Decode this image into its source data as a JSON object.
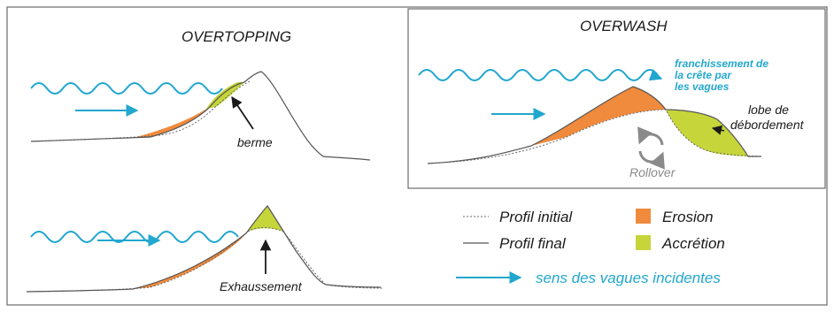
{
  "panels": {
    "overtopping": {
      "title": "OVERTOPPING",
      "label_berme": "berme",
      "label_exhaussement": "Exhaussement"
    },
    "overwash": {
      "title": "OVERWASH",
      "crest_note": [
        "franchissement de",
        "la crête par",
        "les vagues"
      ],
      "lobe": [
        "lobe de",
        "débordement"
      ],
      "rollover": "Rollover"
    }
  },
  "legend": {
    "profil_initial": "Profil initial",
    "profil_final": "Profil final",
    "erosion": "Erosion",
    "accretion": "Accrétion",
    "wave_direction": "sens des vagues incidentes"
  },
  "colors": {
    "erosion": "#f08a3c",
    "accretion": "#c6d53a",
    "water": "#22a7cf",
    "profile": "#555555"
  },
  "icons": [
    "wave-icon",
    "arrow-right-icon",
    "rollover-cycle-icon"
  ]
}
